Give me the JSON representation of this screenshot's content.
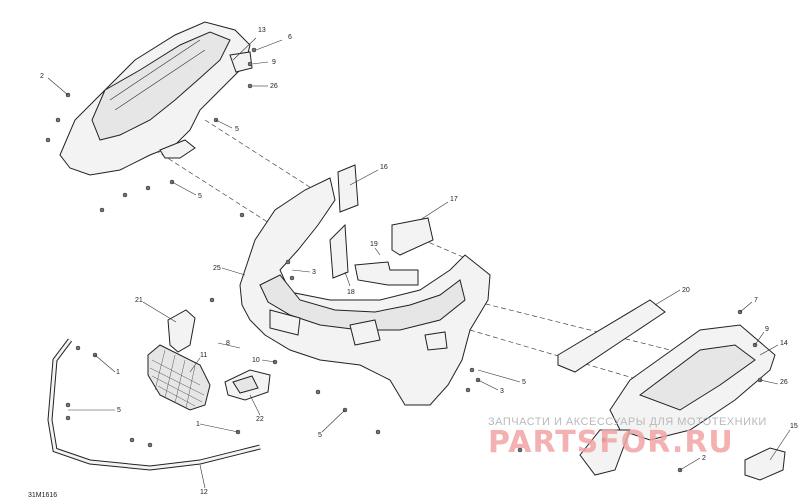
{
  "diagram": {
    "code": "31M1616",
    "watermark": {
      "top": "ЗАПЧАСТИ И АКСЕССУАРЫ ДЛЯ МОТОТЕХНИКИ",
      "brand": "PARTSFOR.RU"
    },
    "callouts": [
      {
        "id": "c13a",
        "text": "13"
      },
      {
        "id": "c6a",
        "text": "6"
      },
      {
        "id": "c9a",
        "text": "9"
      },
      {
        "id": "c26a",
        "text": "26"
      },
      {
        "id": "c2a",
        "text": "2"
      },
      {
        "id": "c5a",
        "text": "5"
      },
      {
        "id": "c5b",
        "text": "5"
      },
      {
        "id": "c16",
        "text": "16"
      },
      {
        "id": "c17",
        "text": "17"
      },
      {
        "id": "c19",
        "text": "19"
      },
      {
        "id": "c18",
        "text": "18"
      },
      {
        "id": "c25",
        "text": "25"
      },
      {
        "id": "c3a",
        "text": "3"
      },
      {
        "id": "c20",
        "text": "20"
      },
      {
        "id": "c7",
        "text": "7"
      },
      {
        "id": "c9b",
        "text": "9"
      },
      {
        "id": "c14",
        "text": "14"
      },
      {
        "id": "c26b",
        "text": "26"
      },
      {
        "id": "c21",
        "text": "21"
      },
      {
        "id": "c8",
        "text": "8"
      },
      {
        "id": "c11",
        "text": "11"
      },
      {
        "id": "c1a",
        "text": "1"
      },
      {
        "id": "c10",
        "text": "10"
      },
      {
        "id": "c3b",
        "text": "3"
      },
      {
        "id": "c5c",
        "text": "5"
      },
      {
        "id": "c5d",
        "text": "5"
      },
      {
        "id": "c22",
        "text": "22"
      },
      {
        "id": "c1b",
        "text": "1"
      },
      {
        "id": "c5e",
        "text": "5"
      },
      {
        "id": "c12",
        "text": "12"
      },
      {
        "id": "c15",
        "text": "15"
      },
      {
        "id": "c2b",
        "text": "2"
      }
    ]
  }
}
